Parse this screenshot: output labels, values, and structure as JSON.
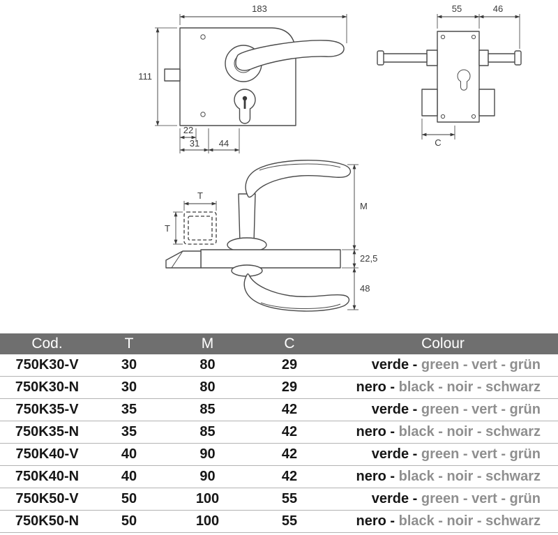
{
  "drawings": {
    "front_view": {
      "width": "183",
      "height": "111",
      "dim1": "22",
      "dim2": "31",
      "dim3": "44"
    },
    "side_view": {
      "body_depth": "55",
      "handle_depth": "46",
      "backset": "C"
    },
    "handle_view": {
      "spindle_t_top": "T",
      "spindle_t_side": "T",
      "handle_height": "M",
      "dim_22_5": "22,5",
      "dim_48": "48"
    }
  },
  "table": {
    "headers": [
      "Cod.",
      "T",
      "M",
      "C",
      "Colour"
    ],
    "rows": [
      {
        "code": "750K30-V",
        "t": "30",
        "m": "80",
        "c": "29",
        "colour_primary": "verde - ",
        "colour_secondary": "green - vert - grün"
      },
      {
        "code": "750K30-N",
        "t": "30",
        "m": "80",
        "c": "29",
        "colour_primary": "nero - ",
        "colour_secondary": "black - noir - schwarz"
      },
      {
        "code": "750K35-V",
        "t": "35",
        "m": "85",
        "c": "42",
        "colour_primary": "verde - ",
        "colour_secondary": "green - vert - grün"
      },
      {
        "code": "750K35-N",
        "t": "35",
        "m": "85",
        "c": "42",
        "colour_primary": "nero - ",
        "colour_secondary": "black - noir - schwarz"
      },
      {
        "code": "750K40-V",
        "t": "40",
        "m": "90",
        "c": "42",
        "colour_primary": "verde - ",
        "colour_secondary": "green - vert - grün"
      },
      {
        "code": "750K40-N",
        "t": "40",
        "m": "90",
        "c": "42",
        "colour_primary": "nero - ",
        "colour_secondary": "black - noir - schwarz"
      },
      {
        "code": "750K50-V",
        "t": "50",
        "m": "100",
        "c": "55",
        "colour_primary": "verde - ",
        "colour_secondary": "green - vert - grün"
      },
      {
        "code": "750K50-N",
        "t": "50",
        "m": "100",
        "c": "55",
        "colour_primary": "nero - ",
        "colour_secondary": "black - noir - schwarz"
      }
    ]
  }
}
